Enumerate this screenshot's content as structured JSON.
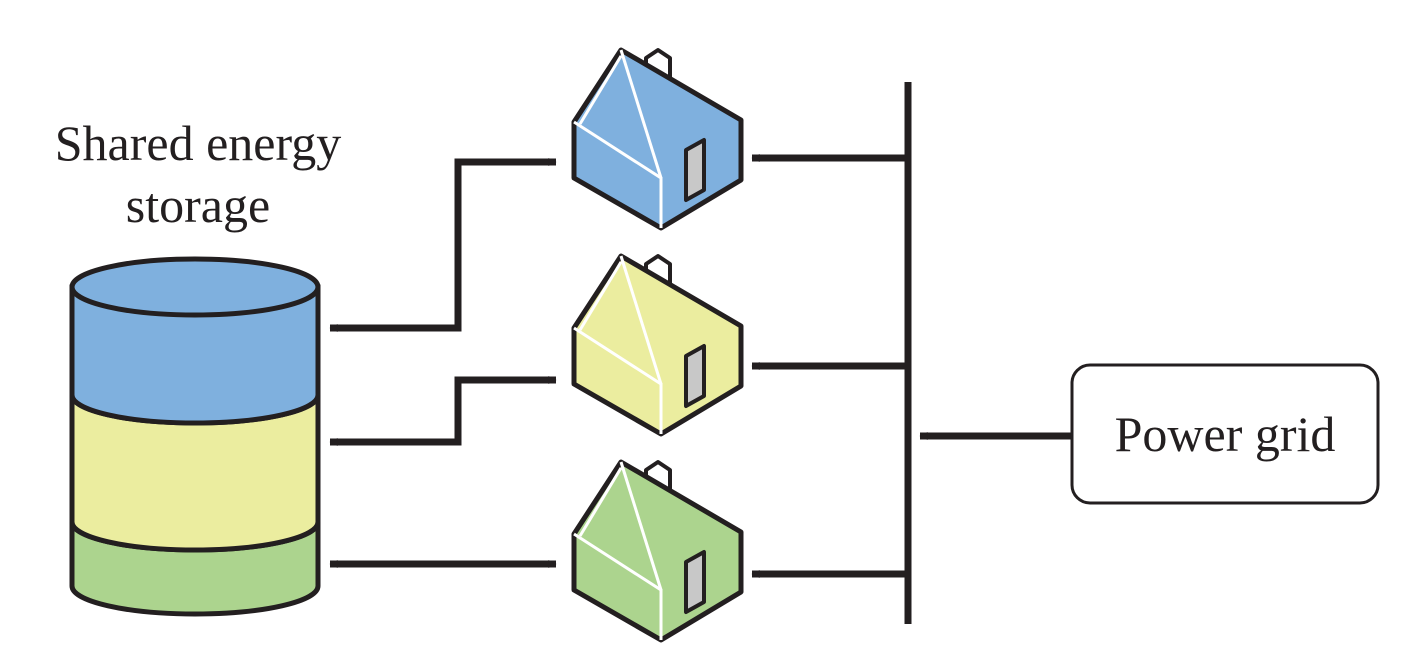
{
  "storage": {
    "label_line1": "Shared energy",
    "label_line2": "storage",
    "layers": [
      {
        "name": "blue",
        "color": "#7fb0de"
      },
      {
        "name": "yellow",
        "color": "#ebed9f"
      },
      {
        "name": "green",
        "color": "#acd48e"
      }
    ]
  },
  "houses": [
    {
      "name": "house-blue",
      "color": "#7fb0de"
    },
    {
      "name": "house-yellow",
      "color": "#ebed9f"
    },
    {
      "name": "house-green",
      "color": "#acd48e"
    }
  ],
  "grid": {
    "label": "Power grid"
  },
  "colors": {
    "line": "#231f20",
    "door": "#c8c8c8"
  }
}
